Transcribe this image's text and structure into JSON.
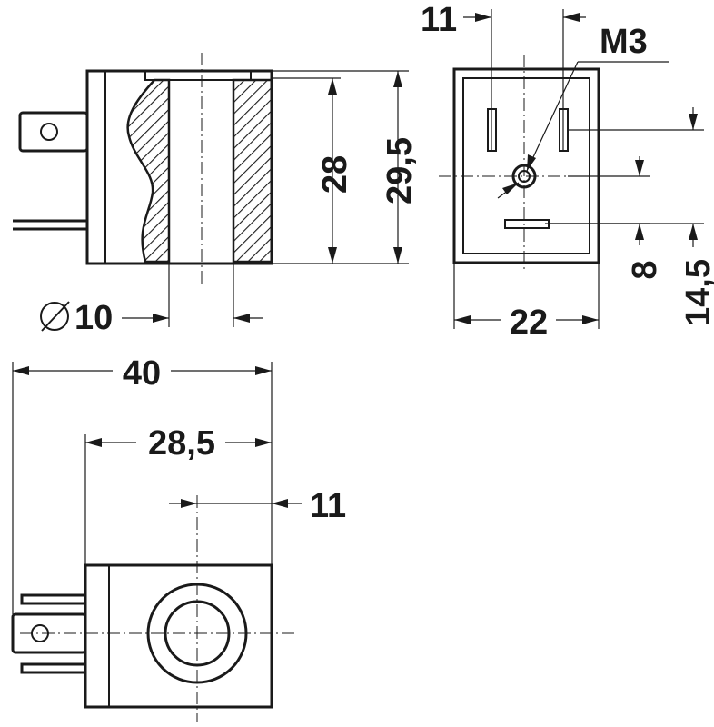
{
  "drawing": {
    "title": "",
    "colors": {
      "line": "#1a1a1a",
      "background": "#ffffff"
    },
    "dimensions": {
      "pin_spacing_top": "11",
      "thread": "M3",
      "inner_height": "28",
      "outer_height": "29,5",
      "bore_diameter_symbol": "∅",
      "bore_diameter": "10",
      "connector_width": "22",
      "pin_offset_small": "8",
      "pin_offset_large": "14,5",
      "overall_length": "40",
      "body_length": "28,5",
      "axis_offset": "11"
    }
  }
}
